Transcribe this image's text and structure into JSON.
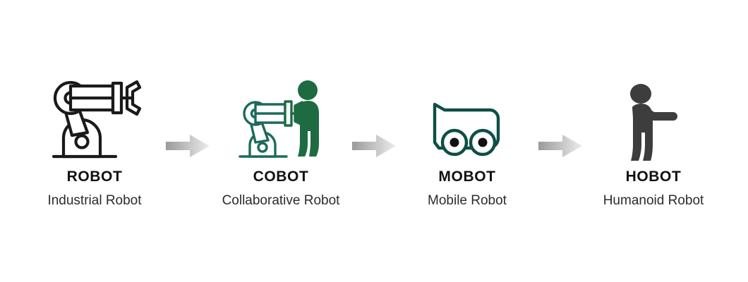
{
  "diagram": {
    "title_text": "",
    "background_color": "#ffffff",
    "colors": {
      "outline_black": "#1a1a1a",
      "cobot_teal": "#1c6b5a",
      "cobot_green": "#1e6b42",
      "mobot_outline": "#0d4f46",
      "hobot_gray": "#3d3d3d",
      "arrow_dark": "#9a9a9a",
      "arrow_light": "#e8e8e8",
      "title_color": "#111111",
      "subtitle_color": "#2b2b2b"
    },
    "stages": [
      {
        "id": "robot",
        "icon_name": "industrial-robot-arm-icon",
        "title": "ROBOT",
        "subtitle": "Industrial Robot"
      },
      {
        "id": "cobot",
        "icon_name": "collaborative-robot-human-icon",
        "title": "COBOT",
        "subtitle": "Collaborative Robot"
      },
      {
        "id": "mobot",
        "icon_name": "mobile-robot-cart-icon",
        "title": "MOBOT",
        "subtitle": "Mobile Robot"
      },
      {
        "id": "hobot",
        "icon_name": "humanoid-robot-figure-icon",
        "title": "HOBOT",
        "subtitle": "Humanoid Robot"
      }
    ],
    "arrows": [
      {
        "id": "arrow-1",
        "icon_name": "arrow-right-icon"
      },
      {
        "id": "arrow-2",
        "icon_name": "arrow-right-icon"
      },
      {
        "id": "arrow-3",
        "icon_name": "arrow-right-icon"
      }
    ]
  }
}
